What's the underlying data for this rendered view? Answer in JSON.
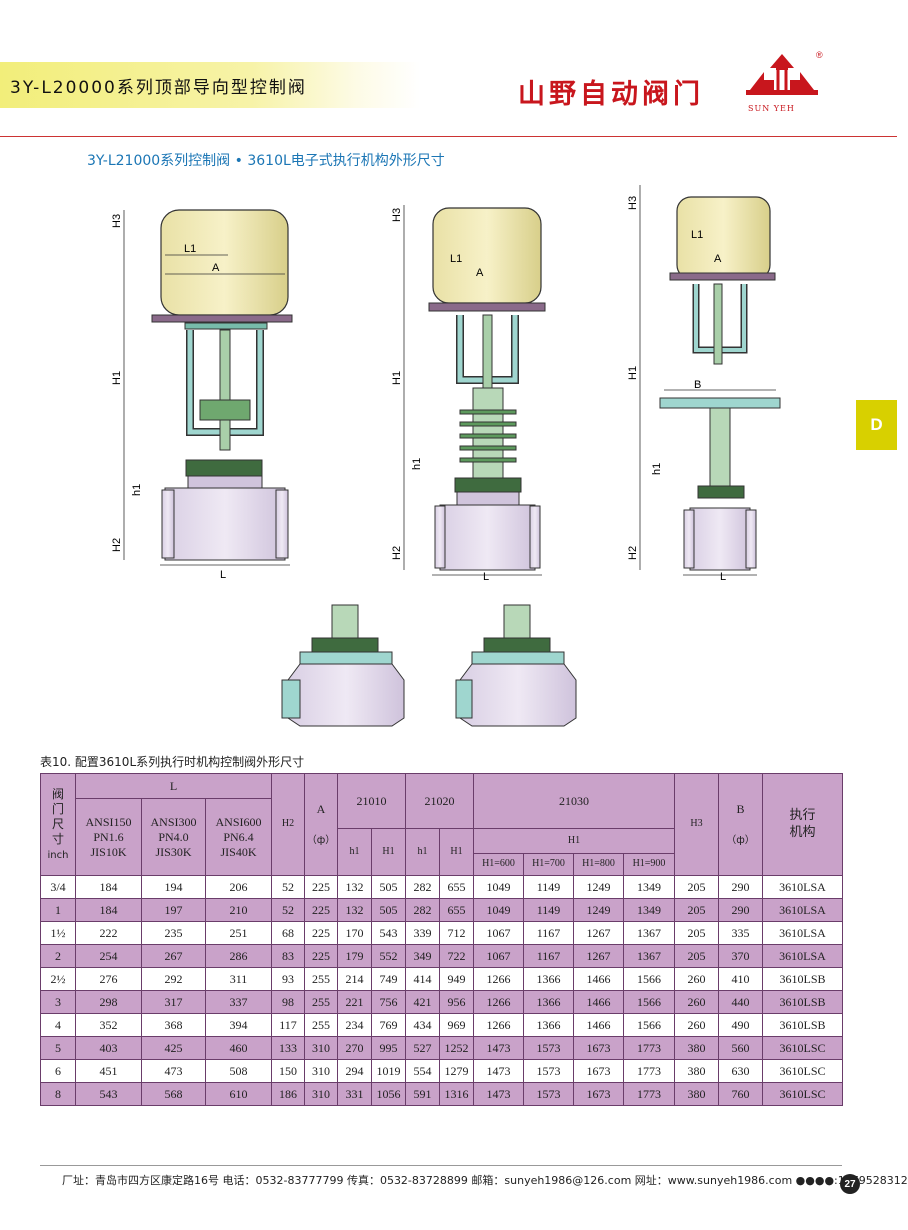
{
  "header": {
    "title": "3Y-L20000系列顶部导向型控制阀",
    "brand": "山野自动阀门",
    "brand_sub": "SUN YEH",
    "reg_mark": "®"
  },
  "section_title": "3Y-L21000系列控制阀 • 3610L电子式执行机构外形尺寸",
  "side_tab": "D",
  "drawing_labels": {
    "h3": "H3",
    "h1": "H1",
    "small_h1": "h1",
    "h2": "H2",
    "l1": "L1",
    "a": "A",
    "l": "L",
    "b": "B"
  },
  "table_caption": "表10. 配置3610L系列执行时机构控制阀外形尺寸",
  "table": {
    "size_header": [
      "阀",
      "门",
      "尺",
      "寸",
      "inch"
    ],
    "l_header": "L",
    "l_sub": [
      "ANSI150\nPN1.6\nJIS10K",
      "ANSI300\nPN4.0\nJIS30K",
      "ANSI600\nPN6.4\nJIS40K"
    ],
    "h2_header": "H2",
    "a_header": "A",
    "phi": "（ф）",
    "g21010": "21010",
    "g21020": "21020",
    "g21030": "21030",
    "h_small": "h1",
    "h_big": "H1",
    "h30_group": "H1",
    "h30_cols": [
      "H1=600",
      "H1=700",
      "H1=800",
      "H1=900"
    ],
    "h3_header": "H3",
    "b_header": "B",
    "actuator_header": "执行\n机构",
    "rows": [
      [
        "3/4",
        "184",
        "194",
        "206",
        "52",
        "225",
        "132",
        "505",
        "282",
        "655",
        "1049",
        "1149",
        "1249",
        "1349",
        "205",
        "290",
        "3610LSA"
      ],
      [
        "1",
        "184",
        "197",
        "210",
        "52",
        "225",
        "132",
        "505",
        "282",
        "655",
        "1049",
        "1149",
        "1249",
        "1349",
        "205",
        "290",
        "3610LSA"
      ],
      [
        "1½",
        "222",
        "235",
        "251",
        "68",
        "225",
        "170",
        "543",
        "339",
        "712",
        "1067",
        "1167",
        "1267",
        "1367",
        "205",
        "335",
        "3610LSA"
      ],
      [
        "2",
        "254",
        "267",
        "286",
        "83",
        "225",
        "179",
        "552",
        "349",
        "722",
        "1067",
        "1167",
        "1267",
        "1367",
        "205",
        "370",
        "3610LSA"
      ],
      [
        "2½",
        "276",
        "292",
        "311",
        "93",
        "255",
        "214",
        "749",
        "414",
        "949",
        "1266",
        "1366",
        "1466",
        "1566",
        "260",
        "410",
        "3610LSB"
      ],
      [
        "3",
        "298",
        "317",
        "337",
        "98",
        "255",
        "221",
        "756",
        "421",
        "956",
        "1266",
        "1366",
        "1466",
        "1566",
        "260",
        "440",
        "3610LSB"
      ],
      [
        "4",
        "352",
        "368",
        "394",
        "117",
        "255",
        "234",
        "769",
        "434",
        "969",
        "1266",
        "1366",
        "1466",
        "1566",
        "260",
        "490",
        "3610LSB"
      ],
      [
        "5",
        "403",
        "425",
        "460",
        "133",
        "310",
        "270",
        "995",
        "527",
        "1252",
        "1473",
        "1573",
        "1673",
        "1773",
        "380",
        "560",
        "3610LSC"
      ],
      [
        "6",
        "451",
        "473",
        "508",
        "150",
        "310",
        "294",
        "1019",
        "554",
        "1279",
        "1473",
        "1573",
        "1673",
        "1773",
        "380",
        "630",
        "3610LSC"
      ],
      [
        "8",
        "543",
        "568",
        "610",
        "186",
        "310",
        "331",
        "1056",
        "591",
        "1316",
        "1473",
        "1573",
        "1673",
        "1773",
        "380",
        "760",
        "3610LSC"
      ]
    ]
  },
  "footer": {
    "text": "厂址：青岛市四方区康定路16号 电话：0532-83777799 传真：0532-83728899 邮箱：sunyeh1986@126.com 网址：www.sunyeh1986.com ●●●●:1379528312",
    "page": "27"
  }
}
